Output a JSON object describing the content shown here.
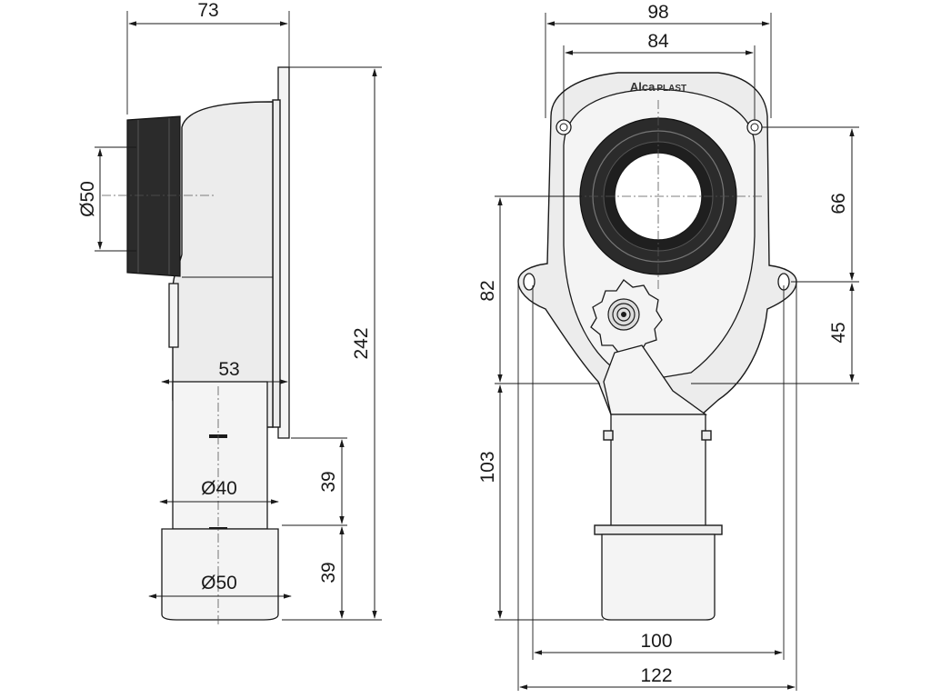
{
  "side_view": {
    "dim_width_top": "73",
    "dim_inlet_diameter": "Ø50",
    "dim_height_total": "242",
    "dim_offset": "53",
    "dim_outlet_diameter_40": "Ø40",
    "dim_outlet_height_upper": "39",
    "dim_outlet_height_lower": "39",
    "dim_outlet_diameter_50": "Ø50"
  },
  "front_view": {
    "brand_logo": "AlcaPLAST",
    "brand_part1": "Alca",
    "brand_part2": "PLAST",
    "dim_width_outer": "98",
    "dim_width_holes": "84",
    "dim_height_upper_right": "66",
    "dim_height_lower_right": "45",
    "dim_height_upper_left": "82",
    "dim_height_lower_left": "103",
    "dim_width_bottom_inner": "100",
    "dim_width_bottom_outer": "122"
  },
  "colors": {
    "line": "#1a1a1a",
    "body_fill": "#ececec",
    "rubber_seal": "#2b2b2b"
  }
}
